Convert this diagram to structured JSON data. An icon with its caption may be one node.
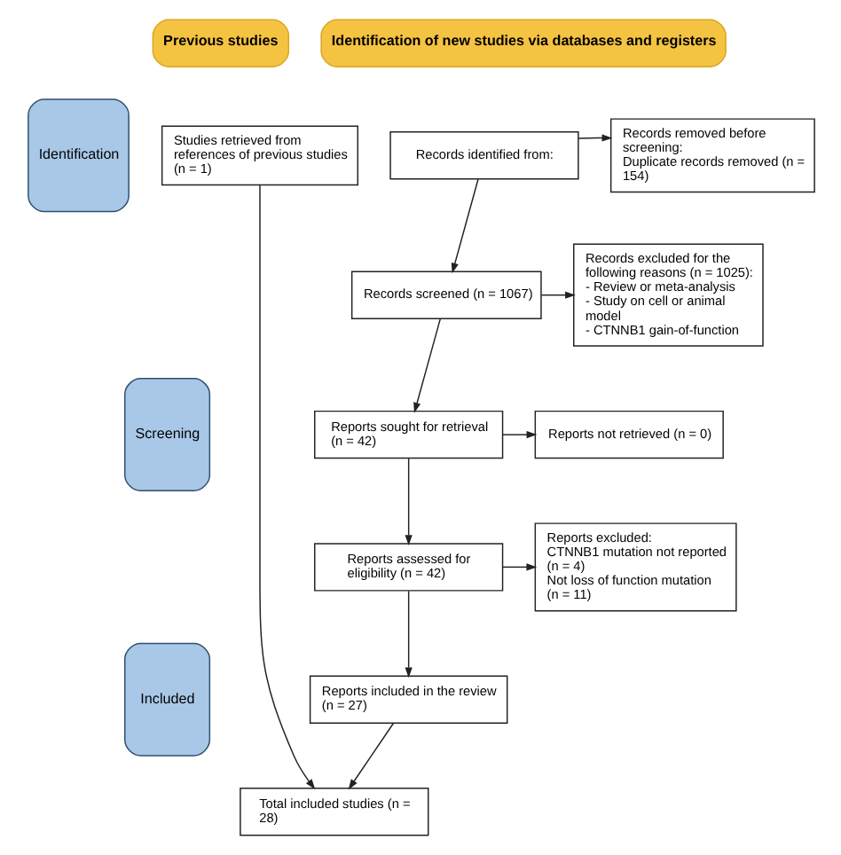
{
  "diagram": {
    "nodes": [
      {
        "text": [
          "Previous studies"
        ]
      },
      {
        "text": [
          "Identification of new studies via databases and registers"
        ]
      },
      {
        "text": [
          "Identification"
        ]
      },
      {
        "text": [
          "Screening"
        ]
      },
      {
        "text": [
          "Included"
        ]
      },
      {
        "text": [
          "Studies retrieved from references of previous studies (n = 1)"
        ]
      },
      {
        "text": [
          "Records identified from:"
        ]
      },
      {
        "text": [
          "Records removed before screening:",
          "Duplicate records removed (n = 154)"
        ]
      },
      {
        "text": [
          "Records screened (n = 1067)"
        ]
      },
      {
        "text": [
          "Records excluded for the following reasons (n = 1025):",
          "- Review or meta-analysis",
          "- Study on cell or animal model",
          "- CTNNB1 gain-of-function"
        ]
      },
      {
        "text": [
          "Reports sought for retrieval (n = 42)"
        ]
      },
      {
        "text": [
          "Reports not retrieved (n = 0)"
        ]
      },
      {
        "text": [
          "Reports assessed for eligibility (n = 42)"
        ]
      },
      {
        "text": [
          "Reports excluded:",
          "CTNNB1 mutation not reported (n = 4)",
          "Not loss of function mutation (n = 11)"
        ]
      },
      {
        "text": [
          "Reports included in the review (n = 27)"
        ]
      },
      {
        "text": [
          "Total included studies (n = 28)"
        ]
      }
    ],
    "edges": [
      {
        "from": 5,
        "to": 15,
        "arrow": "to"
      },
      {
        "from": 6,
        "to": 7,
        "arrow": "to"
      },
      {
        "from": 6,
        "to": 8,
        "arrow": "to"
      },
      {
        "from": 8,
        "to": 9,
        "arrow": "to"
      },
      {
        "from": 8,
        "to": 10,
        "arrow": "to"
      },
      {
        "from": 10,
        "to": 11,
        "arrow": "to"
      },
      {
        "from": 10,
        "to": 12,
        "arrow": "to"
      },
      {
        "from": 12,
        "to": 13,
        "arrow": "to"
      },
      {
        "from": 12,
        "to": 14,
        "arrow": "to"
      },
      {
        "from": 14,
        "to": 15,
        "arrow": "to"
      }
    ]
  }
}
